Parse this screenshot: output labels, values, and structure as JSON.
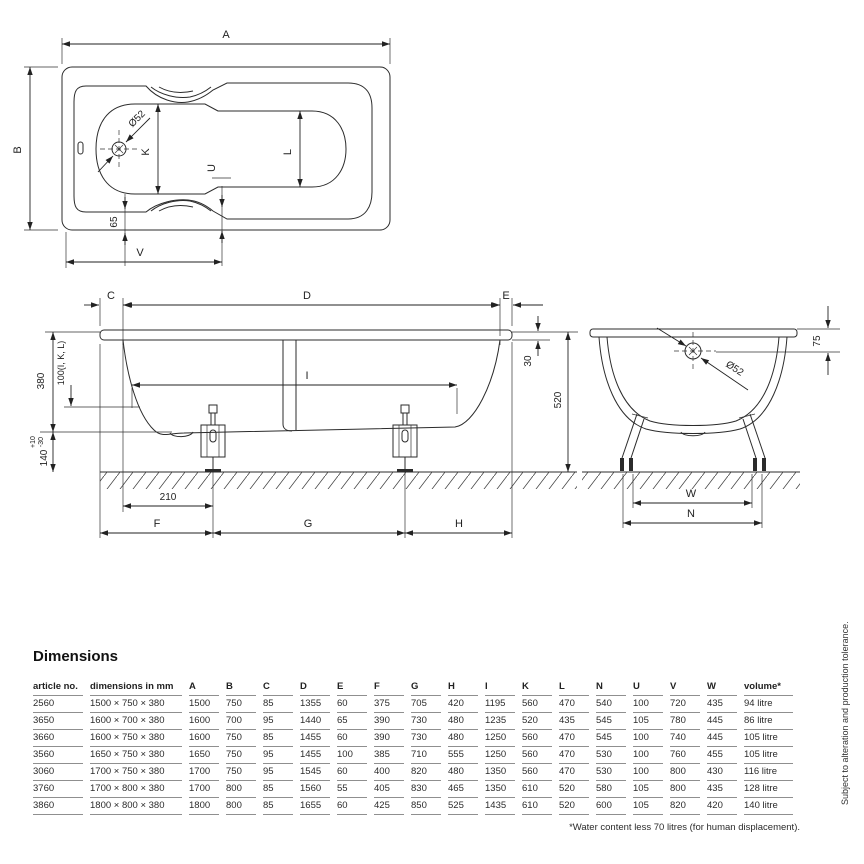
{
  "drawing": {
    "top_view": {
      "length": "A",
      "width": "B",
      "drain_diameter": "Ø52",
      "inner_width_head": "K",
      "inner_width_foot": "L",
      "u": "U",
      "v": "V",
      "grip_offset": "65"
    },
    "side_view": {
      "c": "C",
      "d": "D",
      "e": "E",
      "i": "I",
      "f": "F",
      "g": "G",
      "h": "H",
      "depth": "380",
      "depth_ref": "100(I, K, L)",
      "height_adjust": "140",
      "tol_plus": "+10",
      "tol_minus": "-30",
      "leg_offset": "210",
      "rim_edge": "30",
      "height": "520"
    },
    "end_view": {
      "drain_diameter": "Ø52",
      "rim_drop": "75",
      "w": "W",
      "n": "N"
    }
  },
  "table": {
    "title": "Dimensions",
    "columns": [
      "article no.",
      "dimensions in mm",
      "A",
      "B",
      "C",
      "D",
      "E",
      "F",
      "G",
      "H",
      "I",
      "K",
      "L",
      "N",
      "U",
      "V",
      "W",
      "volume*"
    ],
    "rows": [
      [
        "2560",
        "1500 × 750 × 380",
        "1500",
        "750",
        "85",
        "1355",
        "60",
        "375",
        "705",
        "420",
        "1195",
        "560",
        "470",
        "540",
        "100",
        "720",
        "435",
        "94 litre"
      ],
      [
        "3650",
        "1600 × 700 × 380",
        "1600",
        "700",
        "95",
        "1440",
        "65",
        "390",
        "730",
        "480",
        "1235",
        "520",
        "435",
        "545",
        "105",
        "780",
        "445",
        "86 litre"
      ],
      [
        "3660",
        "1600 × 750 × 380",
        "1600",
        "750",
        "85",
        "1455",
        "60",
        "390",
        "730",
        "480",
        "1250",
        "560",
        "470",
        "545",
        "100",
        "740",
        "445",
        "105 litre"
      ],
      [
        "3560",
        "1650 × 750 × 380",
        "1650",
        "750",
        "95",
        "1455",
        "100",
        "385",
        "710",
        "555",
        "1250",
        "560",
        "470",
        "530",
        "100",
        "760",
        "455",
        "105 litre"
      ],
      [
        "3060",
        "1700 × 750 × 380",
        "1700",
        "750",
        "95",
        "1545",
        "60",
        "400",
        "820",
        "480",
        "1350",
        "560",
        "470",
        "530",
        "100",
        "800",
        "430",
        "116 litre"
      ],
      [
        "3760",
        "1700 × 800 × 380",
        "1700",
        "800",
        "85",
        "1560",
        "55",
        "405",
        "830",
        "465",
        "1350",
        "610",
        "520",
        "580",
        "105",
        "800",
        "435",
        "128 litre"
      ],
      [
        "3860",
        "1800 × 800 × 380",
        "1800",
        "800",
        "85",
        "1655",
        "60",
        "425",
        "850",
        "525",
        "1435",
        "610",
        "520",
        "600",
        "105",
        "820",
        "420",
        "140 litre"
      ]
    ]
  },
  "footnotes": {
    "water": "*Water content less 70 litres (for human displacement).",
    "side_note": "Subject to alteration and production tolerance."
  }
}
